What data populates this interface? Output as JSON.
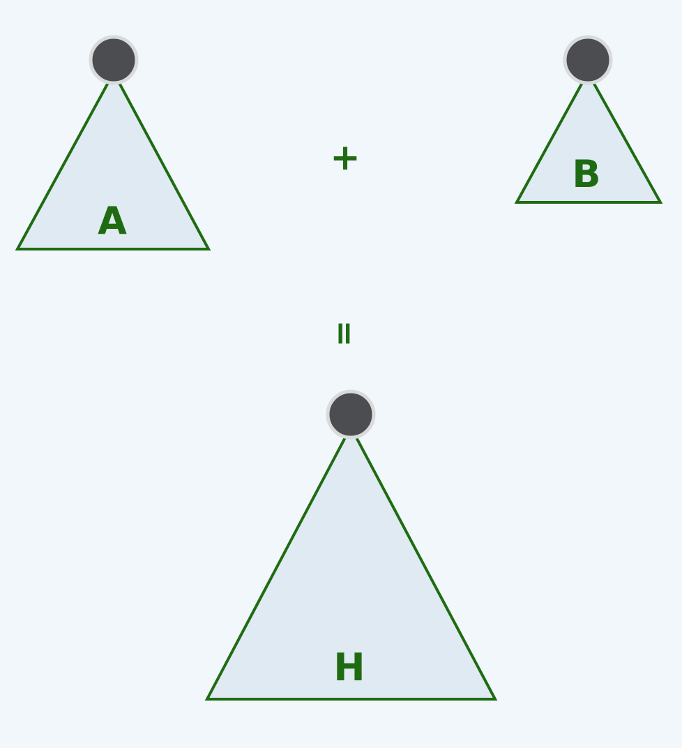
{
  "diagram": {
    "trees": [
      {
        "id": "A",
        "label": "A"
      },
      {
        "id": "B",
        "label": "B"
      },
      {
        "id": "H",
        "label": "H"
      }
    ],
    "operators": {
      "plus": "+",
      "equals": "="
    }
  },
  "colors": {
    "background": "#f2f7fb",
    "triangle_fill": "#dfeaf2",
    "triangle_stroke": "#1f6b12",
    "label_text": "#1f6b12",
    "node_fill": "#4b4d50",
    "node_halo": "#d8dadc"
  }
}
